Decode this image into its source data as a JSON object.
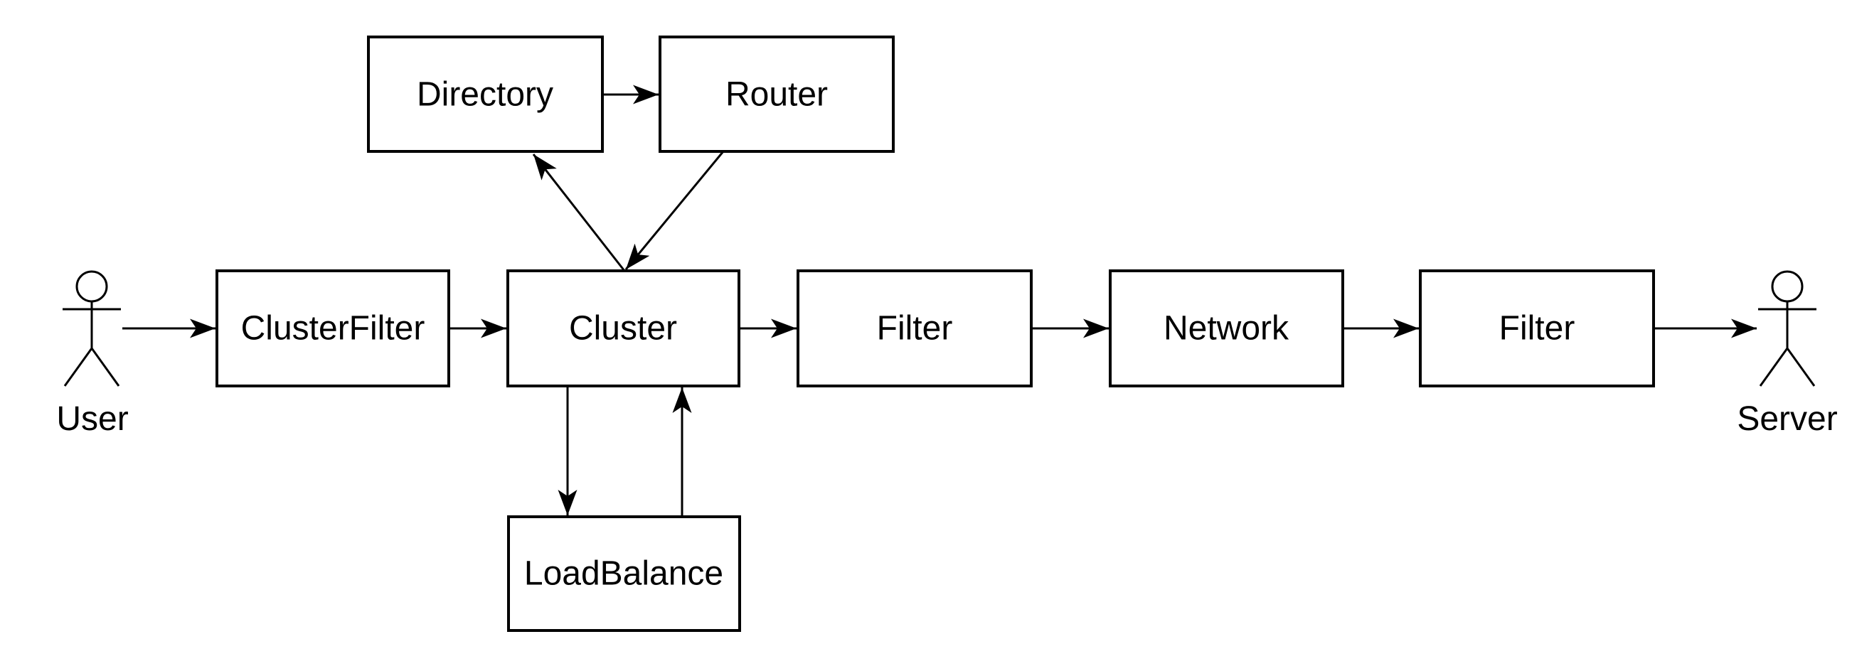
{
  "diagram": {
    "type": "flow-diagram",
    "background_color": "#ffffff",
    "shape_fill_color": "#ffffff",
    "line_color": "#000000",
    "text_color": "#000000",
    "actors": [
      {
        "id": "user",
        "label": "User"
      },
      {
        "id": "server",
        "label": "Server"
      }
    ],
    "nodes": [
      {
        "id": "directory",
        "label": "Directory"
      },
      {
        "id": "router",
        "label": "Router"
      },
      {
        "id": "cluster-filter",
        "label": "ClusterFilter"
      },
      {
        "id": "cluster",
        "label": "Cluster"
      },
      {
        "id": "filter-in",
        "label": "Filter"
      },
      {
        "id": "network",
        "label": "Network"
      },
      {
        "id": "filter-out",
        "label": "Filter"
      },
      {
        "id": "load-balance",
        "label": "LoadBalance"
      }
    ],
    "edges": [
      {
        "from": "user",
        "to": "cluster-filter"
      },
      {
        "from": "cluster-filter",
        "to": "cluster"
      },
      {
        "from": "cluster",
        "to": "filter-in"
      },
      {
        "from": "filter-in",
        "to": "network"
      },
      {
        "from": "network",
        "to": "filter-out"
      },
      {
        "from": "filter-out",
        "to": "server"
      },
      {
        "from": "directory",
        "to": "router"
      },
      {
        "from": "cluster",
        "to": "directory"
      },
      {
        "from": "router",
        "to": "cluster"
      },
      {
        "from": "cluster",
        "to": "load-balance"
      },
      {
        "from": "load-balance",
        "to": "cluster"
      }
    ]
  }
}
